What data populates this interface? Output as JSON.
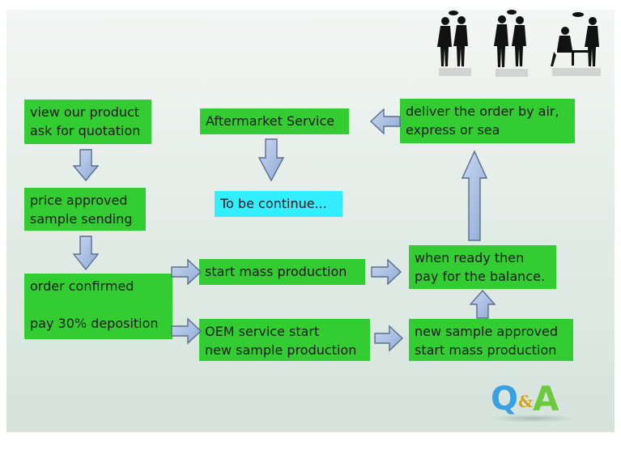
{
  "nodes": {
    "view_product": [
      "view our product",
      "ask for quotation"
    ],
    "price_approved": [
      "price approved",
      "sample sending"
    ],
    "order_confirmed": [
      "order confirmed",
      "",
      "pay 30% deposition"
    ],
    "start_mass": [
      "start mass production"
    ],
    "oem": [
      "OEM service start",
      "new sample production"
    ],
    "new_sample_approved": [
      "new sample approved",
      "start mass production"
    ],
    "ready_pay": [
      "when ready then",
      "pay for the balance."
    ],
    "deliver": [
      "deliver the order by air,",
      "express or sea"
    ],
    "aftermarket": [
      "Aftermarket Service"
    ],
    "continue": [
      "To be continue..."
    ]
  },
  "logo": {
    "q": "Q",
    "amp": "&",
    "a": "A"
  },
  "colors": {
    "box_green": "#33cc33",
    "box_cyan": "#33eeff",
    "arrow_fill": "#a9c0e6",
    "arrow_stroke": "#5a6e8a"
  },
  "icons": [
    "business-people-silhouettes-icon",
    "qa-logo-icon"
  ]
}
